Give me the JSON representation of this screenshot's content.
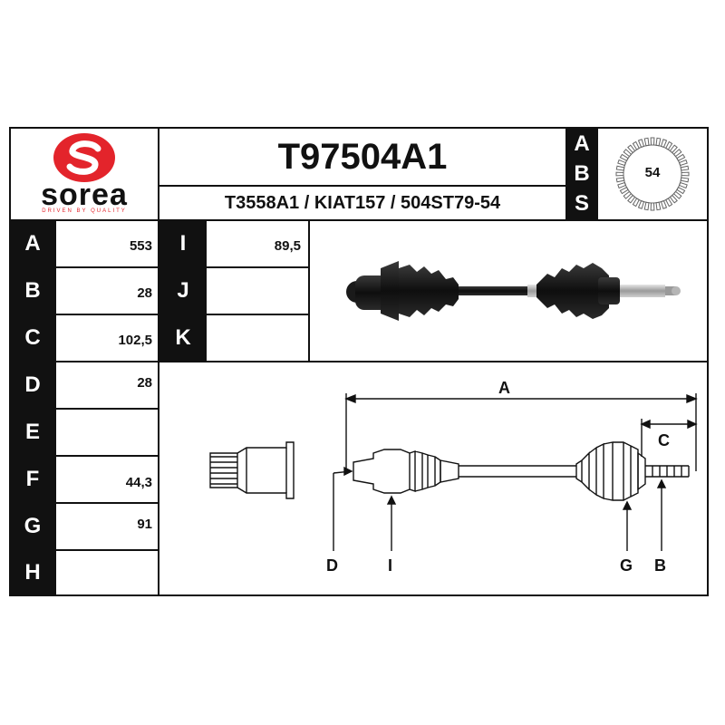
{
  "brand": {
    "name": "sorea",
    "tagline": "DRIVEN BY QUALITY",
    "color": "#e3242b"
  },
  "header": {
    "part_number": "T97504A1",
    "cross_refs": "T3558A1 / KIAT157 / 504ST79-54"
  },
  "abs": {
    "letters": [
      "A",
      "B",
      "S"
    ],
    "teeth": "54"
  },
  "left_specs": [
    {
      "letter": "A",
      "value": "553"
    },
    {
      "letter": "B",
      "value": "28"
    },
    {
      "letter": "C",
      "value": "102,5"
    },
    {
      "letter": "D",
      "value": "28"
    },
    {
      "letter": "E",
      "value": ""
    },
    {
      "letter": "F",
      "value": "44,3"
    },
    {
      "letter": "G",
      "value": "91"
    },
    {
      "letter": "H",
      "value": ""
    }
  ],
  "mid_specs": [
    {
      "letter": "I",
      "value": "89,5"
    },
    {
      "letter": "J",
      "value": ""
    },
    {
      "letter": "K",
      "value": ""
    }
  ],
  "diagram": {
    "labels": {
      "a": "A",
      "c": "C",
      "d": "D",
      "i": "I",
      "g": "G",
      "b": "B"
    }
  },
  "colors": {
    "ink": "#111111",
    "paper": "#ffffff"
  }
}
